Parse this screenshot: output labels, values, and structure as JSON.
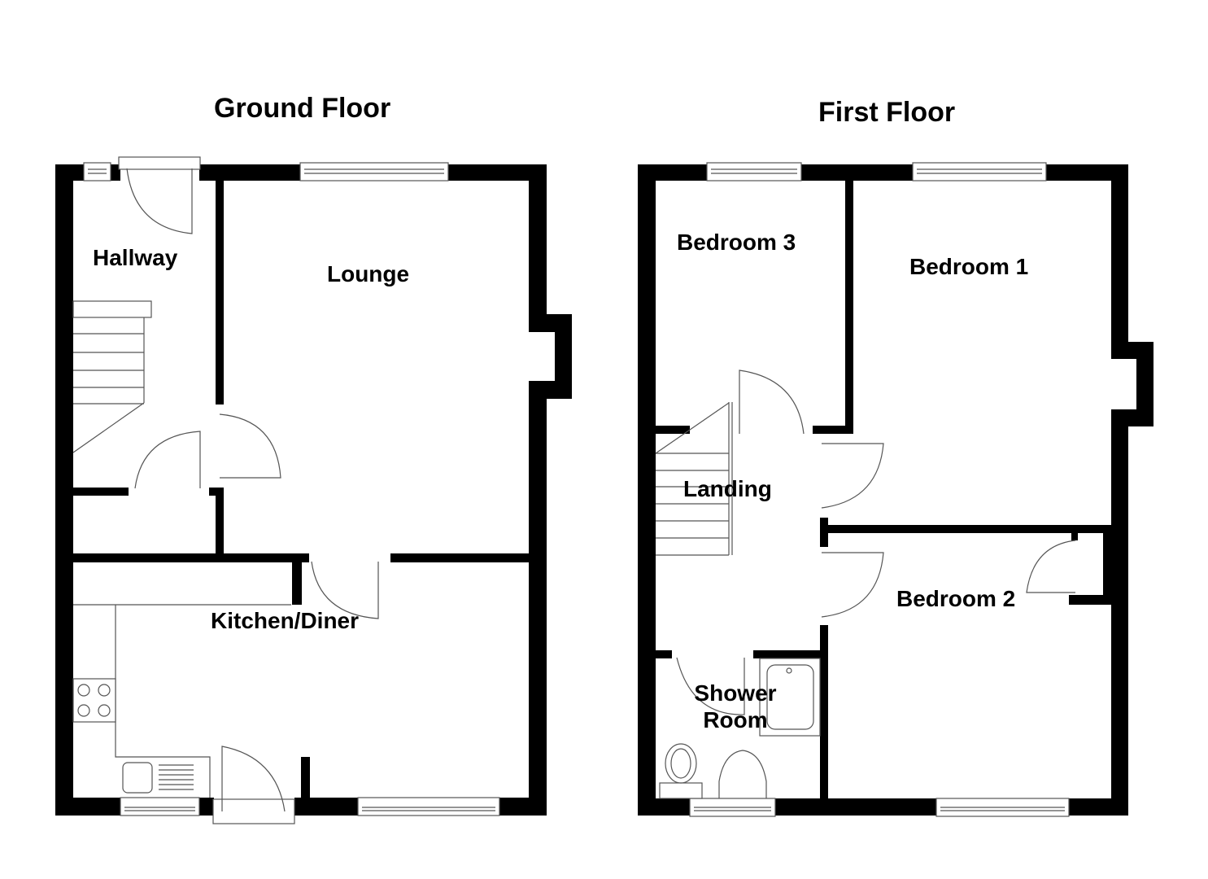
{
  "floors": [
    {
      "title": "Ground Floor",
      "rooms": [
        {
          "name": "Hallway"
        },
        {
          "name": "Lounge"
        },
        {
          "name": "Kitchen/Diner"
        }
      ]
    },
    {
      "title": "First Floor",
      "rooms": [
        {
          "name": "Bedroom 3"
        },
        {
          "name": "Bedroom 1"
        },
        {
          "name": "Landing"
        },
        {
          "name": "Bedroom 2"
        },
        {
          "name": "Shower",
          "name2": "Room"
        }
      ]
    }
  ],
  "colors": {
    "wall": "#000000",
    "background": "#ffffff",
    "fixture_line": "#555555"
  }
}
